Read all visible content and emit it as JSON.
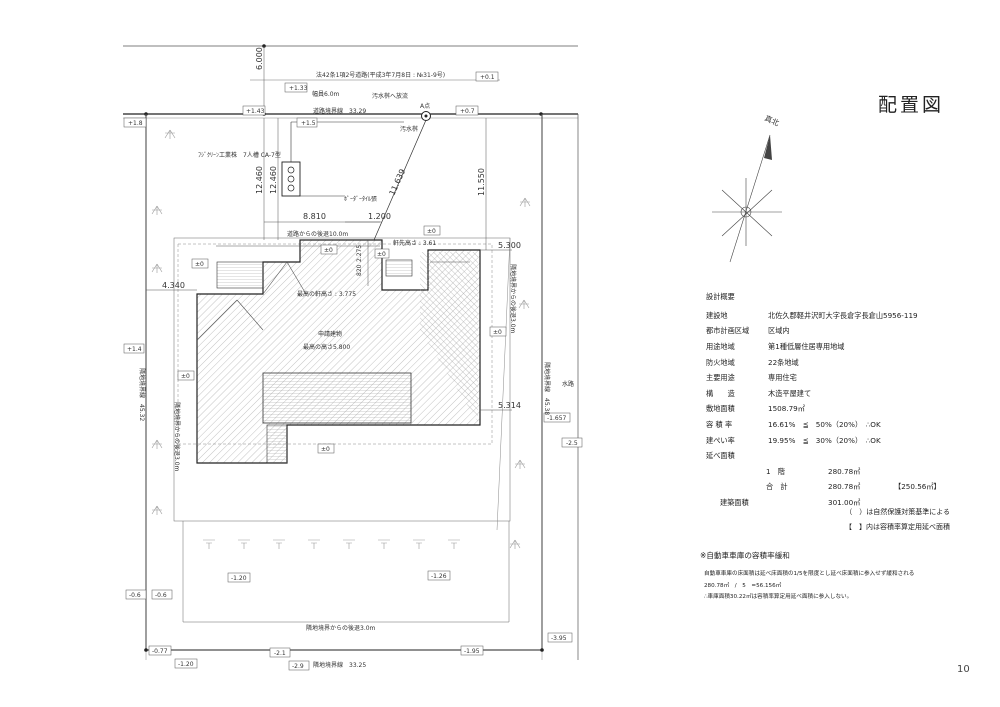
{
  "sheet": {
    "title": "配置図",
    "page_number": "10",
    "north_label": "真北"
  },
  "road": {
    "article": "法42条1項2号道路(平成3年7月8日 : №31-9号)",
    "width_label": "幅員6.0m",
    "boundary_label": "道路境界線　33.29",
    "sewer_discharge": "汚水桝へ放流",
    "sewer_basin": "汚水桝",
    "septic_tank": "ﾌｼﾞｸﾘｰﾝ工業株　7人槽 CA-7型",
    "pipe_label": "ﾎﾟｰﾀﾞｰﾀｲﾙ張",
    "manhole_label": "A点"
  },
  "building": {
    "name": "申請建物",
    "max_height": "最高の高さ5.800",
    "eave_height_1": "最高の軒高さ : 3.775",
    "eave_height_2": "軒先高さ : 3.61",
    "setback_road": "道路からの後退10.0m",
    "setback_east": "隣地境界からの後退3.0m",
    "setback_west": "隣地境界からの後退3.0m",
    "setback_south": "隣地境界からの後退3.0m"
  },
  "site": {
    "west_boundary": "隣地境界線　45.32",
    "east_boundary": "隣地境界線　45.38",
    "south_boundary": "隣地境界線　33.25",
    "waterway": "水路"
  },
  "dimensions": {
    "d6000": "6.000",
    "d12460a": "12.460",
    "d12460b": "12.460",
    "d8810": "8.810",
    "d1200": "1.200",
    "d11639": "11.639",
    "d11550": "11.550",
    "d5300": "5.300",
    "d4340": "4.340",
    "d5314": "5.314",
    "d2275": "2.275",
    "d820": "820"
  },
  "elevations": {
    "e1": "+0.1",
    "e2": "+1.33",
    "e3": "+1.43",
    "e4": "+1.5",
    "e5": "+0.7",
    "e6": "+1.8",
    "e7": "+1.4",
    "e8": "-1.657",
    "e9": "-2.5",
    "e10": "-0.6",
    "e11": "-0.6",
    "e12": "-1.20",
    "e13": "-1.26",
    "e14": "-0.77",
    "e15": "-2.1",
    "e16": "-1.95",
    "e17": "-3.95",
    "e18": "-1.20",
    "e19": "-2.9",
    "z1": "±0",
    "z2": "±0",
    "z3": "±0",
    "z4": "±0",
    "z5": "±0",
    "z6": "±0",
    "z7": "±0"
  },
  "summary": {
    "heading": "設計概要",
    "rows": [
      {
        "label": "建設地",
        "value": "北佐久郡軽井沢町大字長倉字長倉山5956-119"
      },
      {
        "label": "都市計画区域",
        "value": "区域内"
      },
      {
        "label": "用途地域",
        "value": "第1種低層住居専用地域"
      },
      {
        "label": "防火地域",
        "value": "22条地域"
      },
      {
        "label": "主要用途",
        "value": "専用住宅"
      },
      {
        "label": "構　　造",
        "value": "木造平屋建て"
      },
      {
        "label": "敷地面積",
        "value": "1508.79㎡"
      },
      {
        "label": "容 積 率",
        "value": "16.61%　≦　50%（20%）　∴OK"
      },
      {
        "label": "建ぺい率",
        "value": "19.95%　≦　30%（20%）　∴OK"
      },
      {
        "label": "延べ面積",
        "value": ""
      }
    ],
    "floor1_label": "1　階",
    "floor1_value": "280.78㎡",
    "total_label": "合　計",
    "total_value": "280.78㎡",
    "total_bracket": "【250.56㎡】",
    "building_area_label": "建築面積",
    "building_area_value": "301.00㎡"
  },
  "notes": {
    "n1": "（　）は自然保護対策基準による",
    "n2": "【　】内は容積率算定用延べ面積"
  },
  "relaxation": {
    "heading": "※自動車車庫の容積率緩和",
    "line1": "自動車車庫の床面積は延べ床面積の1/5を限度とし延べ床面積に参入せず緩和される",
    "line2": "280.78㎡　/　5　=56.156㎡",
    "line3": "∴車庫面積30.22㎡は容積率算定用延べ面積に参入しない。"
  }
}
